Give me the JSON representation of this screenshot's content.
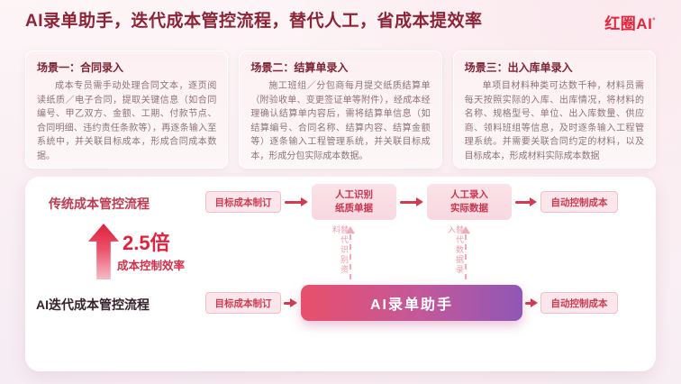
{
  "header": {
    "title": "AI录单助手，迭代成本管控流程，替代人工，省成本提效率",
    "logo_text": "红圈AI",
    "logo_sup": "°"
  },
  "scenarios": [
    {
      "title": "场景一：合同录入",
      "body": "成本专员需手动处理合同文本，逐页阅读纸质／电子合同，提取关键信息（如合同编号、甲乙双方、金额、工期、付款节点、合同明细、违约责任条款等），再逐条输入至系统中，并关联目标成本，形成合同成本数据。"
    },
    {
      "title": "场景二：结算单录入",
      "body": "施工班组／分包商每月提交纸质结算单（附验收单、变更签证单等附件），经成本经理确认结算单内容后，需将结算单信息（如结算编号、合同名称、结算内容、结算金额等）逐条输入工程管理系统，并关联目标成本，形成分包实际成本数据。"
    },
    {
      "title": "场景三：出入库单录入",
      "body": "单项目材料种类可达数千种，材料员需每天按照实际的入库、出库情况，将材料的名称、规格型号、单位、出入库数量、供应商、领料班组等信息，及时逐条输入工程管理系统。并需要关联合同约定的材料，以及目标成本，形成材料实际成本数据"
    }
  ],
  "flow": {
    "traditional": {
      "label": "传统成本管控流程",
      "step1": "目标成本制订",
      "step2": "人工识别\n纸质单据",
      "step3": "人工录入\n实际数据",
      "step4": "自动控制成本"
    },
    "metric": {
      "value": "2.5倍",
      "caption": "成本控制效率"
    },
    "replacements": [
      {
        "label": "替代识别资料"
      },
      {
        "label": "替代数据录入"
      }
    ],
    "ai": {
      "label": "AI迭代成本管控流程",
      "step1": "目标成本制订",
      "step2": "AI录单助手",
      "step3": "自动控制成本"
    }
  },
  "colors": {
    "accent_red": "#d6384f",
    "title_maroon": "#8c2336",
    "logo_red": "#e8243d",
    "pill_bg": "#fbe7eb",
    "ai_gradient_start": "#e8506b",
    "ai_gradient_end": "#8f57b5"
  }
}
